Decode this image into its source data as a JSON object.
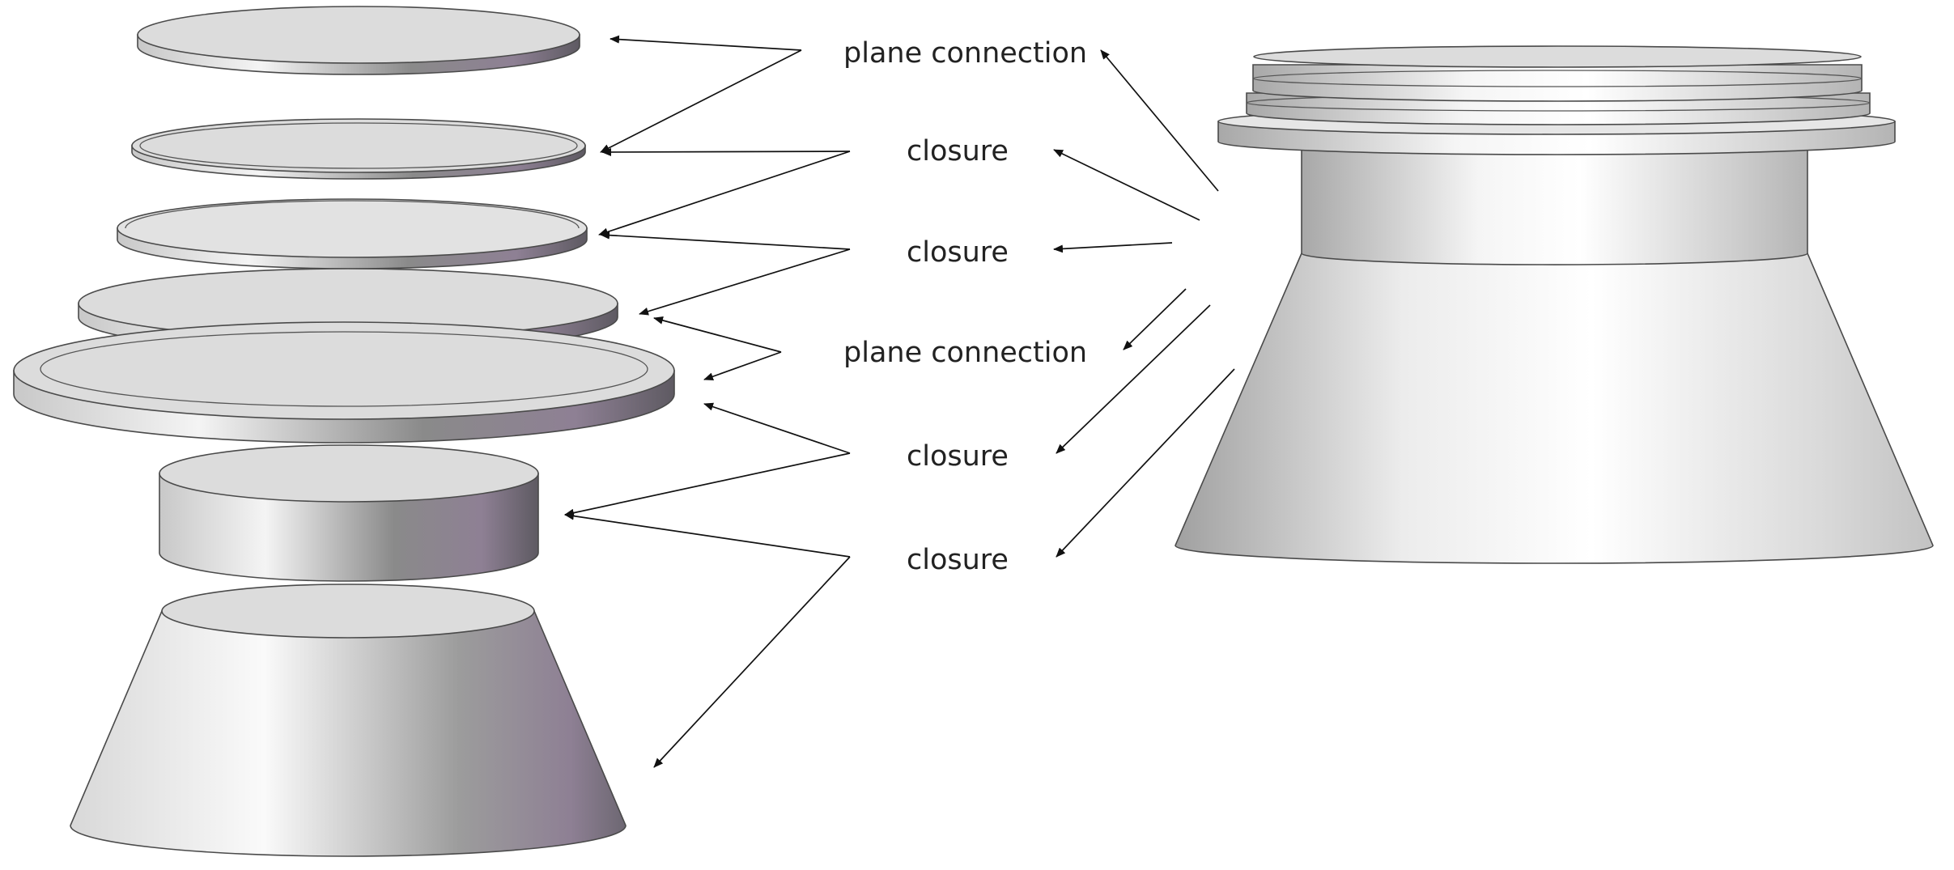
{
  "labels": {
    "l1": "plane connection",
    "l2": "closure",
    "l3": "closure",
    "l4": "plane connection",
    "l5": "closure",
    "l6": "closure"
  },
  "colors": {
    "top_face": "#dcdcdc",
    "light_side": "#f4f4f4",
    "mid_side": "#a9a9a9",
    "dark_side": "#6f6f6f",
    "purple_tint": "#8e8094",
    "edge": "#4a4a4a",
    "arrow": "#111111"
  }
}
